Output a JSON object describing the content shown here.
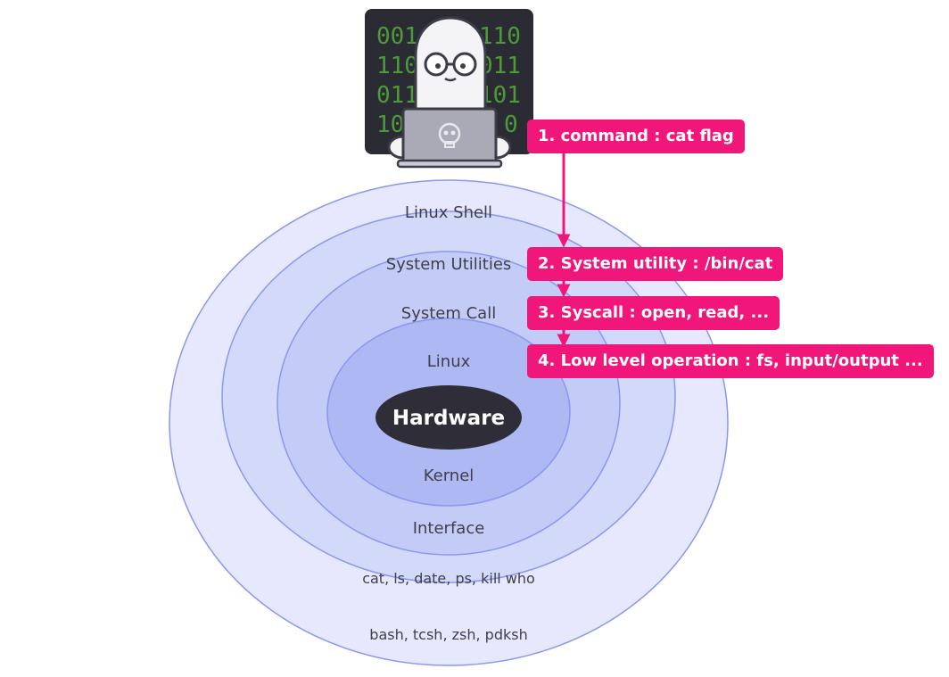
{
  "rings": {
    "shell_title": "Linux Shell",
    "shell_examples": "bash, tcsh, zsh, pdksh",
    "utilities_title": "System Utilities",
    "utilities_examples": "cat, ls, date, ps, kill who",
    "syscall_title": "System Call",
    "syscall_subtitle": "Interface",
    "kernel_title": "Linux",
    "kernel_subtitle": "Kernel",
    "core": "Hardware"
  },
  "steps": {
    "step1": "1. command : cat flag",
    "step2": "2. System utility : /bin/cat",
    "step3": "3. Syscall : open, read, ...",
    "step4": "4. Low level operation : fs, input/output ..."
  },
  "screen_binary": {
    "row1_left": "001",
    "row1_right": "110",
    "row2_left": "110",
    "row2_right": "011",
    "row3_left": "011",
    "row3_right": "101",
    "row4_left": "10",
    "row4_right": "0"
  },
  "colors": {
    "accent": "#f0167a",
    "ring_outer": "#e6e9fd",
    "ring_2": "#d3daf9",
    "ring_3": "#c2ccf7",
    "ring_4": "#aeb9f3",
    "ring_5": "#9eabef",
    "ring_stroke": "#8b96f0",
    "core": "#2e2d38",
    "screen": "#2b2b33"
  },
  "icons": [
    "hacker-ghost-icon",
    "laptop-icon",
    "skull-icon"
  ]
}
